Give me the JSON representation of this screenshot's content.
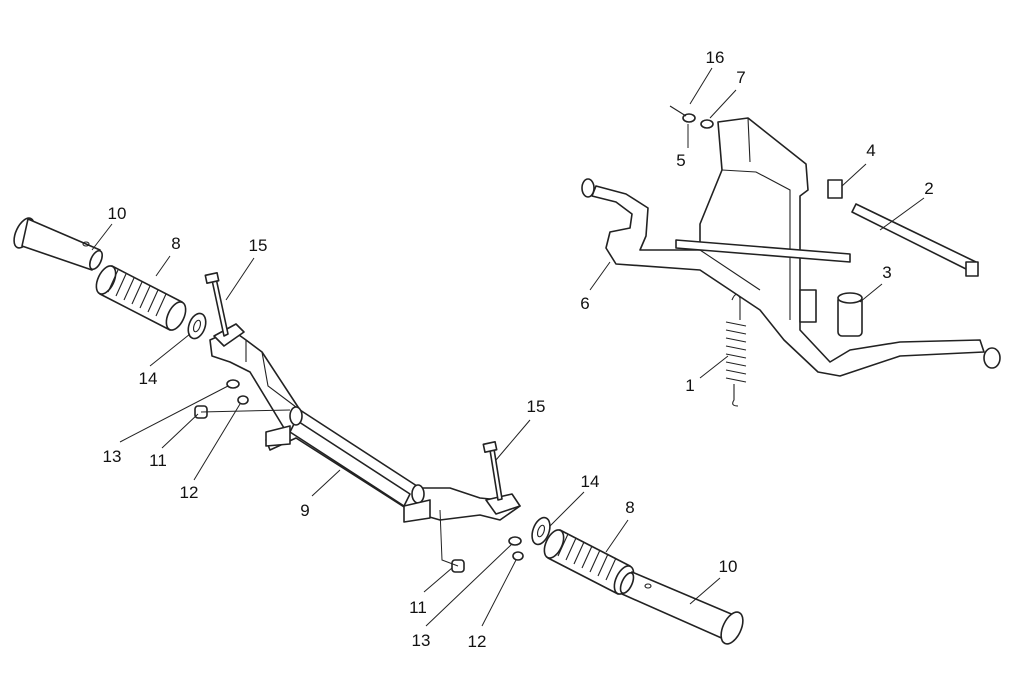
{
  "callouts": {
    "stand": {
      "n16": "16",
      "n7": "7",
      "n5": "5",
      "n4": "4",
      "n2": "2",
      "n6": "6",
      "n3": "3",
      "n1": "1"
    },
    "left": {
      "n10": "10",
      "n8": "8",
      "n15": "15",
      "n14": "14",
      "n13": "13",
      "n11": "11",
      "n12": "12",
      "n9": "9"
    },
    "right": {
      "n15": "15",
      "n14": "14",
      "n8": "8",
      "n10": "10",
      "n11": "11",
      "n13": "13",
      "n12": "12"
    }
  },
  "colors": {
    "line": "#222222",
    "background": "#ffffff"
  }
}
